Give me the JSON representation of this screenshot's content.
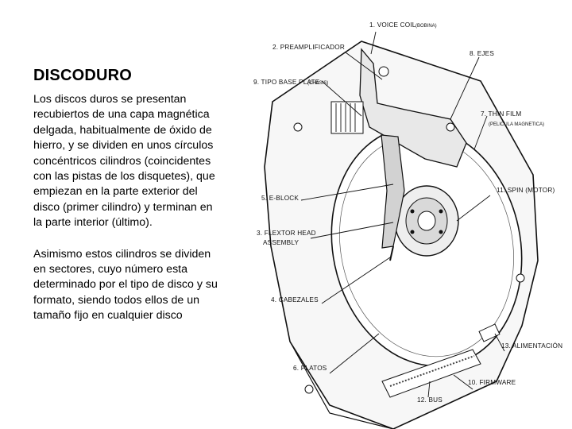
{
  "slide": {
    "title": "DISCODURO",
    "paragraphs": [
      "Los discos duros se presentan recubiertos de una capa magnética delgada, habitualmente de óxido de hierro, y se dividen en unos círculos concéntricos cilindros (coincidentes con las pistas de los disquetes), que empiezan en la parte exterior del disco (primer cilindro) y terminan en la parte interior (último).",
      "Asimismo estos cilindros se dividen en sectores, cuyo número esta determinado por el tipo de disco y su formato, siendo todos ellos de un tamaño fijo en cualquier disco"
    ]
  },
  "diagram": {
    "labels": {
      "voice_coil": "1. VOICE COIL",
      "voice_coil_note": "(BOBINA)",
      "preamp": "2. PREAMPLIFICADOR",
      "ejes": "8. EJES",
      "base_plate": "9. TIPO BASE PLATE",
      "base_plate_note": "(CHASIS)",
      "thin_film": "7. THIN FILM",
      "thin_film_note": "(PELICULA MAGNETICA)",
      "spin": "11. SPIN (MOTOR)",
      "e_block": "5. E-BLOCK",
      "flexor_line1": "3. FLEXTOR HEAD",
      "flexor_line2": "ASSEMBLY",
      "cabezales": "4. CABEZALES",
      "alimentacion": "13. ALIMENTACIÓN",
      "platos": "6. PLATOS",
      "firmware": "10. FIRMWARE",
      "bus": "12. BUS"
    }
  }
}
